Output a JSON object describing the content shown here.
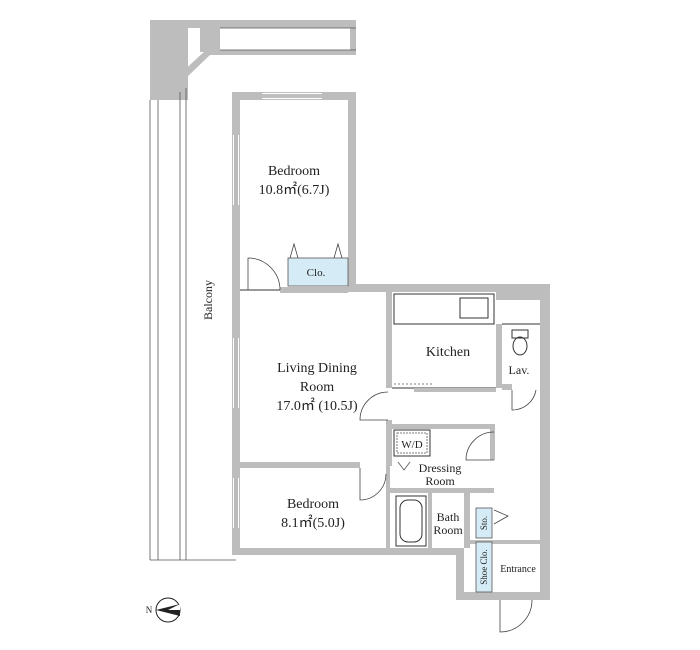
{
  "rooms": {
    "bedroom1": {
      "name": "Bedroom",
      "area": "10.8㎡(6.7J)"
    },
    "closet": {
      "name": "Clo."
    },
    "living": {
      "name_line1": "Living Dining",
      "name_line2": "Room",
      "area": "17.0㎡ (10.5J)"
    },
    "kitchen": {
      "name": "Kitchen"
    },
    "lavatory": {
      "name": "Lav."
    },
    "washer": {
      "name": "W/D"
    },
    "dressing": {
      "name_line1": "Dressing",
      "name_line2": "Room"
    },
    "bedroom2": {
      "name": "Bedroom",
      "area": "8.1㎡(5.0J)"
    },
    "bath": {
      "name_line1": "Bath",
      "name_line2": "Room"
    },
    "storage": {
      "name": "Sto."
    },
    "shoe_closet": {
      "name": "Shoe Clo."
    },
    "entrance": {
      "name": "Entrance"
    },
    "balcony": {
      "name": "Balcony"
    }
  },
  "compass": {
    "label": "N",
    "icon": "north-arrow-icon"
  },
  "colors": {
    "wall": "#bdbdbd",
    "storage": "#d5ecf6",
    "line": "#333333"
  }
}
